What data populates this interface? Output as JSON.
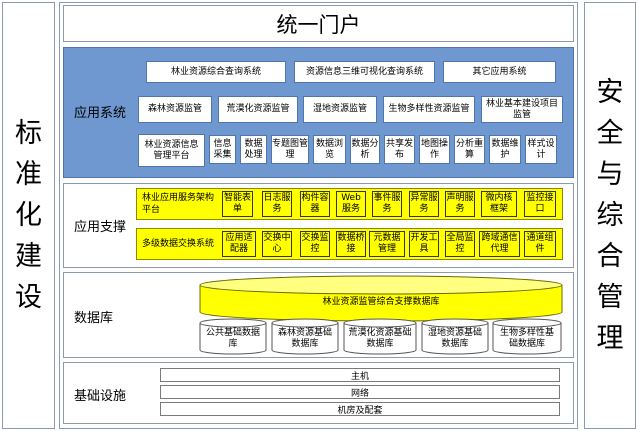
{
  "left_side": {
    "title": "标准化建设"
  },
  "right_side": {
    "title": "安全与综合管理"
  },
  "portal": {
    "title": "统一门户"
  },
  "application_system": {
    "label": "应用系统",
    "row1": [
      "林业资源综合查询系统",
      "资源信息三维可视化查询系统",
      "其它应用系统"
    ],
    "row2": [
      "森林资源监管",
      "荒漠化资源监管",
      "湿地资源监管",
      "生物多样性资源监管",
      "林业基本建设项目监管"
    ],
    "row3_label": "林业资源信息管理平台",
    "row3": [
      "信息采集",
      "数据处理",
      "专题图管理",
      "数据浏览",
      "数据分析",
      "共享发布",
      "地图操作",
      "分析重算",
      "数据维护",
      "样式设计"
    ]
  },
  "application_support": {
    "label": "应用支撑",
    "row1_label": "林业应用服务架构平台",
    "row1": [
      "智能表单",
      "日志服务",
      "构件容器",
      "Web服务",
      "事件服务",
      "异常服务",
      "声明服务",
      "微内核框架",
      "监控接口"
    ],
    "row2_label": "多级数据交换系统",
    "row2": [
      "应用适配器",
      "交换中心",
      "交换监控",
      "数据桥接",
      "元数据管理",
      "开发工具",
      "全局监控",
      "跨域通信代理",
      "通道组件"
    ]
  },
  "database": {
    "label": "数据库",
    "main": "林业资源监管综合支撑数据库",
    "bases": [
      "公共基础数据库",
      "森林资源基础数据库",
      "荒漠化资源基础数据库",
      "湿地资源基础数据库",
      "生物多样性基础数据库"
    ]
  },
  "infrastructure": {
    "label": "基础设施",
    "items": [
      "主机",
      "网络",
      "机房及配套"
    ]
  },
  "colors": {
    "blue": "#6f97d0",
    "yellow": "#ffff00",
    "border": "#8a9ab0"
  }
}
